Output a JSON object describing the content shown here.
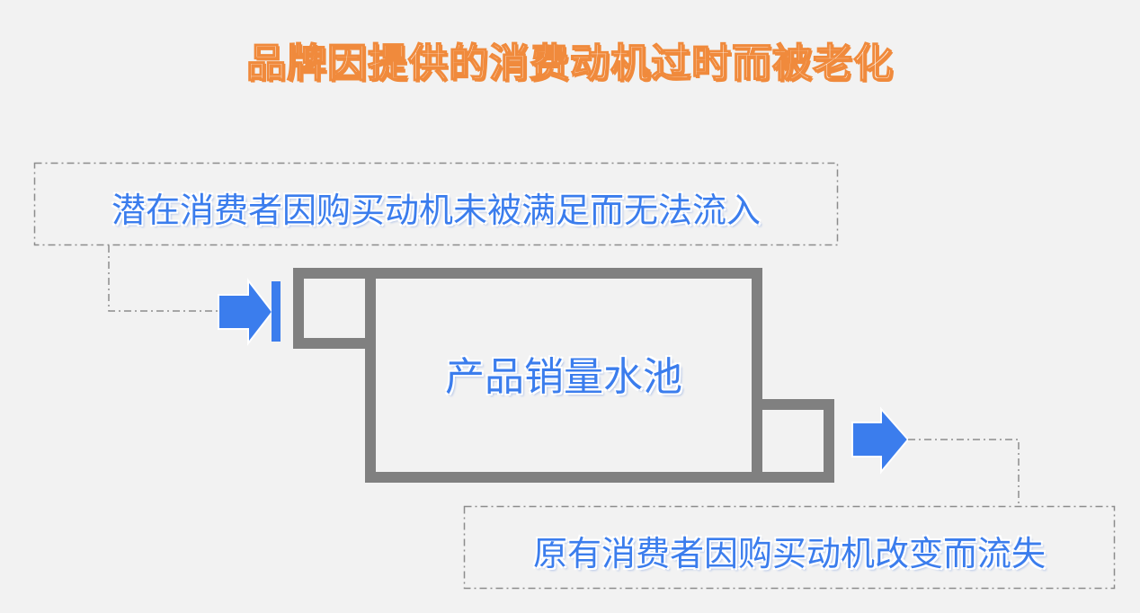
{
  "title": "品牌因提供的消费动机过时而被老化",
  "inflow_label": "潜在消费者因购买动机未被满足而无法流入",
  "pool_label": "产品销量水池",
  "outflow_label": "原有消费者因购买动机改变而流失",
  "colors": {
    "title": "#f08a3c",
    "accent": "#3b7ded",
    "tank": "#808080",
    "dash": "#8c8c8c"
  }
}
